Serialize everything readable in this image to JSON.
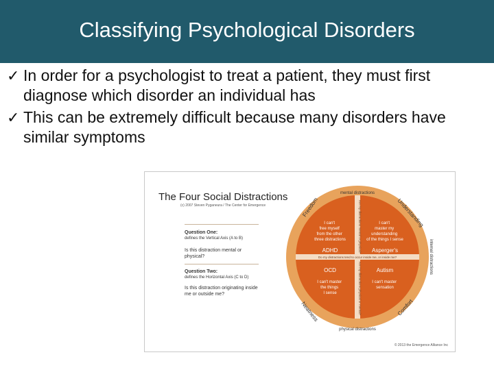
{
  "header": {
    "title": "Classifying Psychological Disorders"
  },
  "bullets": [
    {
      "text": "In order for a psychologist to treat a patient, they must first diagnose which disorder an individual has"
    },
    {
      "text": "This can be extremely difficult because many disorders have similar symptoms"
    }
  ],
  "figure": {
    "title": "The Four Social Distractions",
    "copyright": "(c) 2007 Steven Pyganeura / The Center for Emergence",
    "q1_title": "Question One:",
    "q1_desc": "defines the Vertical Axis (A to B)",
    "q1_question": "Is this distraction mental or physical?",
    "q2_title": "Question Two:",
    "q2_desc": "defines the Horizontal Axis (C to D)",
    "q2_question": "Is this distraction originating inside me or outside me?",
    "credit": "© 2013 the Emergence Alliance Inc",
    "diagram": {
      "top_label": "mental distractions",
      "bottom_label": "physical distractions",
      "right_label": "internal distractions",
      "arc_freedom": "Freedom",
      "arc_understanding": "Understanding",
      "arc_neatness": "Neatness",
      "arc_comfort": "Comfort",
      "q_tl_text": [
        "I can't",
        "free myself",
        "from the other",
        "three distractions"
      ],
      "q_tr_text": [
        "I can't",
        "master my",
        "understanding",
        "of the things I sense"
      ],
      "q_bl_text": [
        "I can't master",
        "the things",
        "I sense"
      ],
      "q_br_text": [
        "I can't master",
        "sensation"
      ],
      "q_tl_name": "ADHD",
      "q_tr_name": "Asperger's",
      "q_bl_name": "OCD",
      "q_br_name": "Autism",
      "h_axis_text": "Do my distractions tend to occur inside me, or inside me?",
      "v_axis_top": "Are my distractions mental or physical?",
      "v_axis_bottom": "Are my distractions physical or mental?"
    },
    "colors": {
      "outer": "#e8a35c",
      "inner": "#d9601f",
      "axis": "#f4dcc4"
    }
  }
}
